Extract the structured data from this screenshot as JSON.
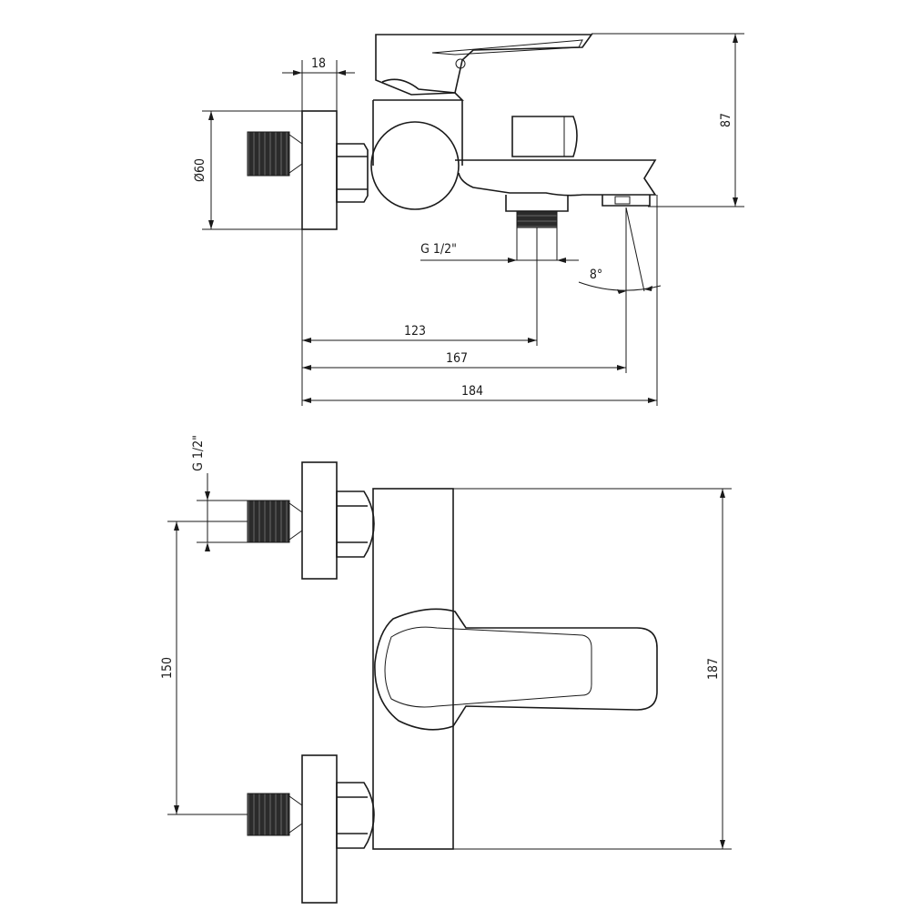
{
  "dimensions": {
    "top": {
      "width_18": "18",
      "diameter_60": "Ø60",
      "height_87": "87",
      "thread_g12": "G 1/2\"",
      "angle_8": "8°",
      "length_123": "123",
      "length_167": "167",
      "length_184": "184"
    },
    "bottom": {
      "thread_g12": "G 1/2\"",
      "spacing_150": "150",
      "height_187": "187"
    }
  }
}
